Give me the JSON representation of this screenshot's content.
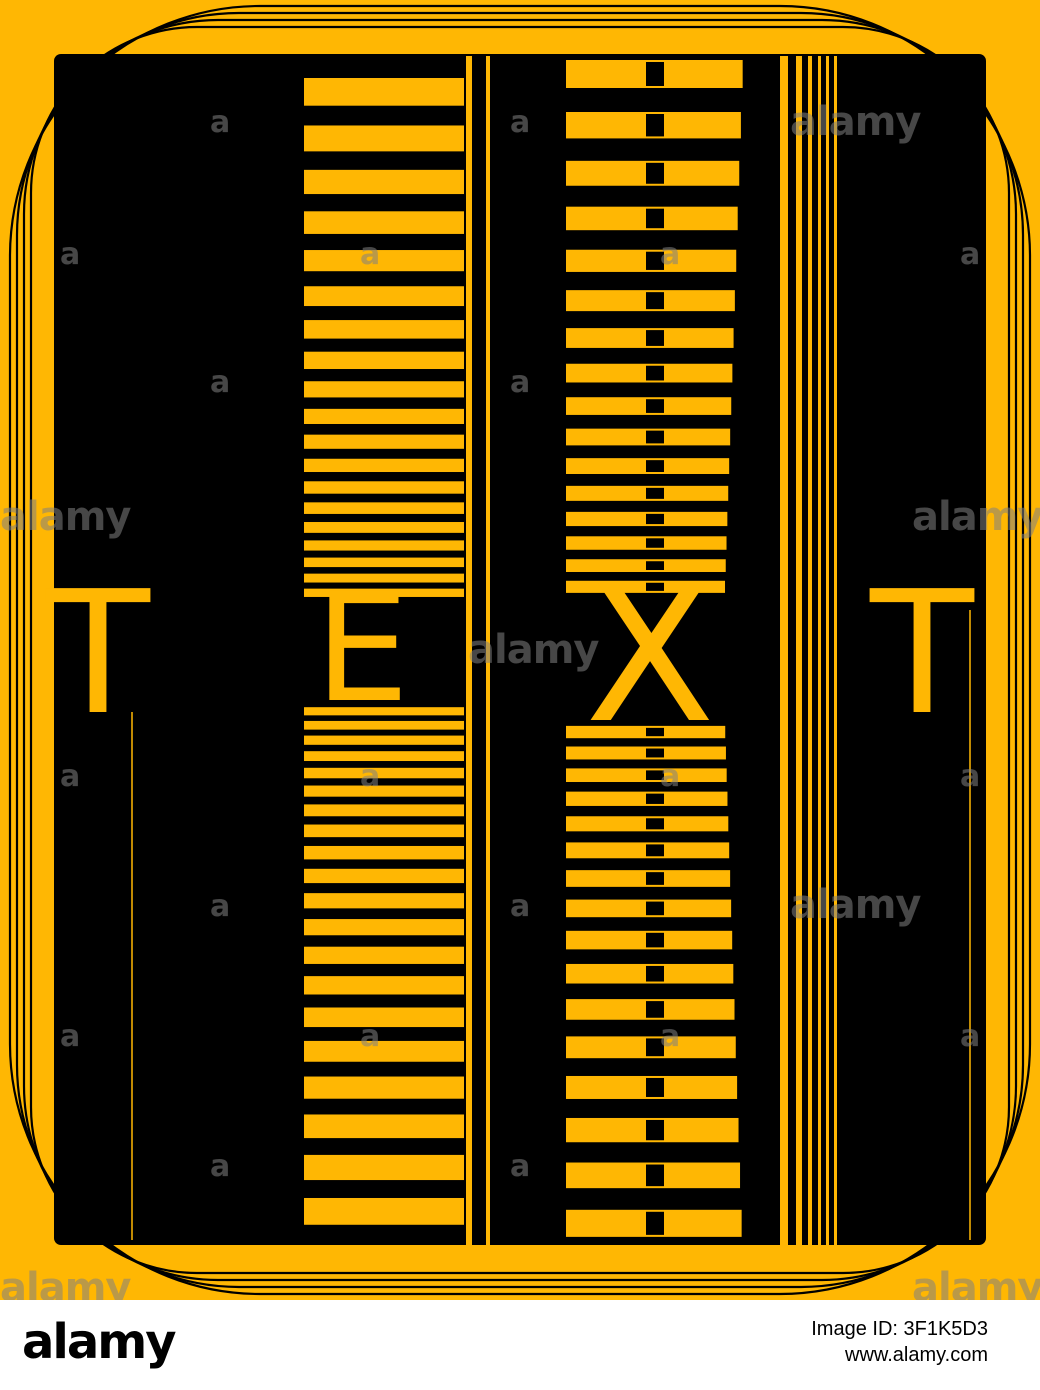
{
  "artwork": {
    "colors": {
      "background": "#FFB703",
      "panel": "#000000",
      "accent": "#FFB703"
    },
    "letters": [
      "T",
      "E",
      "X",
      "T"
    ]
  },
  "watermark": {
    "brand": "alamy",
    "glyph": "a"
  },
  "footer": {
    "logo": "alamy",
    "image_id": "Image ID: 3F1K5D3",
    "site": "www.alamy.com"
  }
}
